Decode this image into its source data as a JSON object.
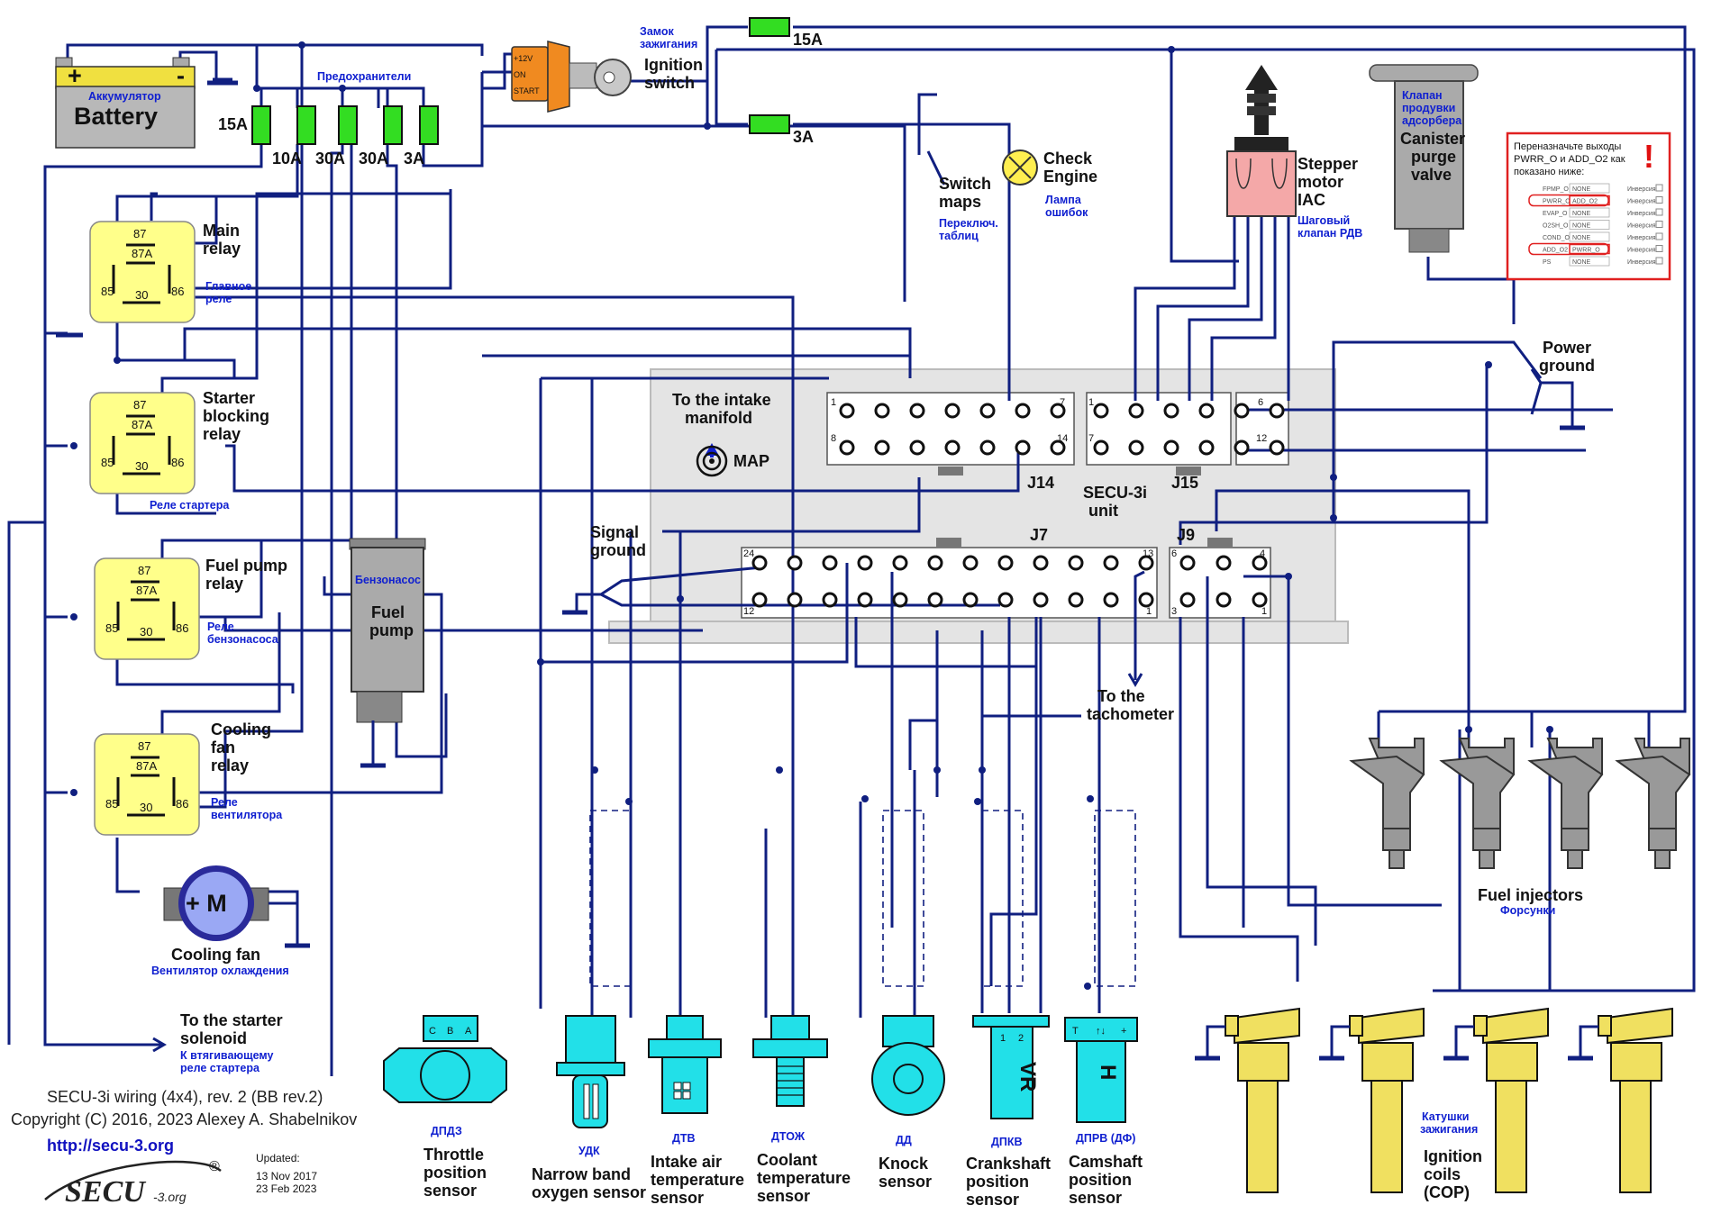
{
  "battery": {
    "title": "Battery",
    "ru": "Аккумулятор",
    "plus": "+",
    "minus": "-"
  },
  "fuses": {
    "ru": "Предохранители",
    "f1": "15A",
    "f2": "10A",
    "f3": "30A",
    "f4": "30A",
    "f5": "3A",
    "top15": "15A",
    "top3": "3A"
  },
  "ignition": {
    "ru1": "Замок",
    "ru2": "зажигания",
    "l1": "Ignition",
    "l2": "switch",
    "pin1": "+12V",
    "pin2": "ON",
    "pin3": "START"
  },
  "check_engine": {
    "l1": "Check",
    "l2": "Engine",
    "ru1": "Лампа",
    "ru2": "ошибок"
  },
  "switch_maps": {
    "l1": "Switch",
    "l2": "maps",
    "ru1": "Переключ.",
    "ru2": "таблиц"
  },
  "stepper": {
    "l1": "Stepper",
    "l2": "motor",
    "l3": "IAC",
    "ru1": "Шаговый",
    "ru2": "клапан РДВ"
  },
  "canister": {
    "ru1": "Клапан",
    "ru2": "продувки",
    "ru3": "адсорбера",
    "l1": "Canister",
    "l2": "purge",
    "l3": "valve"
  },
  "note": {
    "line1": "Переназначьте выходы",
    "line2": "PWRR_O и ADD_O2 как",
    "line3": "показано ниже:",
    "exclaim": "!",
    "rows": [
      {
        "name": "FPMP_O",
        "value": "NONE",
        "inv": "Инверсия"
      },
      {
        "name": "PWRR_O",
        "value": "ADD_O2",
        "inv": "Инверсия"
      },
      {
        "name": "EVAP_O",
        "value": "NONE",
        "inv": "Инверсия"
      },
      {
        "name": "O2SH_O",
        "value": "NONE",
        "inv": "Инверсия"
      },
      {
        "name": "COND_O",
        "value": "NONE",
        "inv": "Инверсия"
      },
      {
        "name": "ADD_O2",
        "value": "PWRR_O",
        "inv": "Инверсия"
      },
      {
        "name": "PS",
        "value": "NONE",
        "inv": "Инверсия"
      }
    ]
  },
  "relays": {
    "r87": "87",
    "r87a": "87A",
    "r85": "85",
    "r30": "30",
    "r86": "86",
    "main": {
      "l1": "Main",
      "l2": "relay",
      "ru1": "Главное",
      "ru2": "реле"
    },
    "starter": {
      "l1": "Starter",
      "l2": "blocking",
      "l3": "relay",
      "ru": "Реле стартера"
    },
    "fuelpump": {
      "l1": "Fuel pump",
      "l2": "relay",
      "ru1": "Реле",
      "ru2": "бензонасоса"
    },
    "fan": {
      "l1": "Cooling",
      "l2": "fan",
      "l3": "relay",
      "ru1": "Реле",
      "ru2": "вентилятора"
    }
  },
  "fuel_pump": {
    "ru": "Бензонасос",
    "l1": "Fuel",
    "l2": "pump"
  },
  "cooling_fan": {
    "motor": "+ M",
    "l1": "Cooling fan",
    "ru": "Вентилятор охлаждения"
  },
  "starter_solenoid": {
    "l1": "To the starter",
    "l2": "solenoid",
    "ru1": "К втягивающему",
    "ru2": "реле стартера"
  },
  "unit": {
    "l1": "SECU-3i",
    "l2": "unit",
    "j14": "J14",
    "j15": "J15",
    "j7": "J7",
    "j9": "J9",
    "j14_1": "1",
    "j14_7": "7",
    "j14_8": "8",
    "j14_14": "14",
    "j15_1": "1",
    "j15_6": "6",
    "j15_7": "7",
    "j15_12": "12",
    "j7_24": "24",
    "j7_13": "13",
    "j7_12": "12",
    "j7_1": "1",
    "j9_6": "6",
    "j9_4": "4",
    "j9_3": "3",
    "j9_1": "1"
  },
  "map": {
    "l1": "To the intake",
    "l2": "manifold",
    "name": "MAP"
  },
  "power_ground": {
    "l1": "Power",
    "l2": "ground"
  },
  "signal_ground": {
    "l1": "Signal",
    "l2": "ground"
  },
  "tachometer": {
    "l1": "To the",
    "l2": "tachometer"
  },
  "injectors": {
    "l1": "Fuel injectors",
    "ru": "Форсунки"
  },
  "coils": {
    "ru1": "Катушки",
    "ru2": "зажигания",
    "l1": "Ignition",
    "l2": "coils",
    "l3": "(COP)"
  },
  "sensors": {
    "tps": {
      "ru": "ДПДЗ",
      "l1": "Throttle",
      "l2": "position",
      "l3": "sensor",
      "pa": "A",
      "pb": "B",
      "pc": "C"
    },
    "o2": {
      "ru": "УДК",
      "l1": "Narrow band",
      "l2": "oxygen sensor"
    },
    "iat": {
      "ru": "ДТВ",
      "l1": "Intake air",
      "l2": "temperature",
      "l3": "sensor"
    },
    "clt": {
      "ru": "ДТОЖ",
      "l1": "Coolant",
      "l2": "temperature",
      "l3": "sensor"
    },
    "knock": {
      "ru": "ДД",
      "l1": "Knock",
      "l2": "sensor"
    },
    "ckp": {
      "ru": "ДПКВ",
      "l1": "Crankshaft",
      "l2": "position",
      "l3": "sensor",
      "p1": "1",
      "p2": "2",
      "mark": "VR"
    },
    "cmp": {
      "ru": "ДПРВ (ДФ)",
      "l1": "Camshaft",
      "l2": "position",
      "l3": "sensor",
      "mark": "H",
      "pt": "T",
      "pm": "↑↓",
      "pp": "+"
    }
  },
  "footer": {
    "title": "SECU-3i wiring (4x4), rev. 2 (BB rev.2)",
    "copyright": "Copyright (C) 2016, 2023 Alexey A. Shabelnikov",
    "url": "http://secu-3.org",
    "updated": "Updated:",
    "d1": "13 Nov 2017",
    "d2": "23 Feb 2023",
    "logo": "SECU",
    "logo_sub": "-3.org",
    "reg": "®"
  }
}
